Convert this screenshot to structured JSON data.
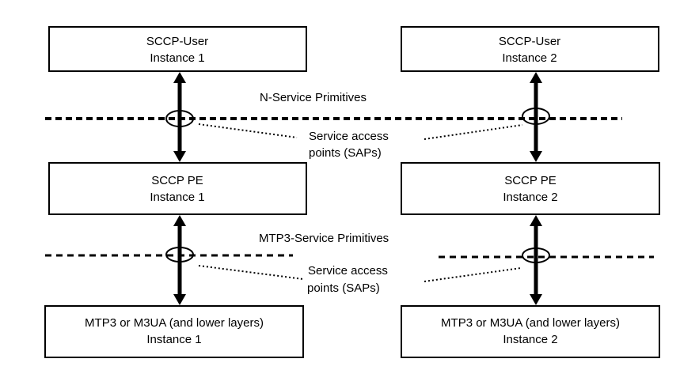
{
  "diagram": {
    "colors": {
      "background": "#ffffff",
      "stroke": "#000000",
      "box_fill": "#ffffff"
    },
    "boxes": [
      {
        "line1": "SCCP-User",
        "line2": "Instance 1"
      },
      {
        "line1": "SCCP-User",
        "line2": "Instance 2"
      },
      {
        "line1": "SCCP PE",
        "line2": "Instance 1"
      },
      {
        "line1": "SCCP PE",
        "line2": "Instance 2"
      },
      {
        "line1": "MTP3 or M3UA (and lower layers)",
        "line2": "Instance 1"
      },
      {
        "line1": "MTP3 or M3UA (and lower layers)",
        "line2": "Instance 2"
      }
    ],
    "labels": {
      "n_service_primitives": "N-Service Primitives",
      "mtp3_service_primitives": "MTP3-Service Primitives",
      "sap_top": {
        "line1": "Service access",
        "line2": "points (SAPs)"
      },
      "sap_bottom": {
        "line1": "Service access",
        "line2": "points (SAPs)"
      }
    }
  }
}
